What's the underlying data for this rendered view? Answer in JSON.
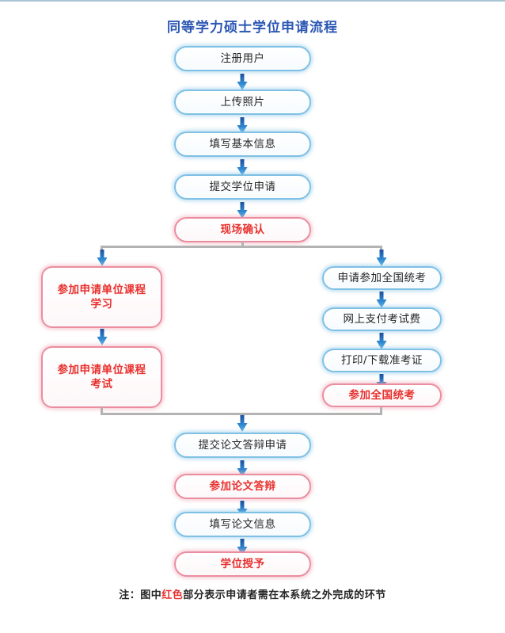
{
  "page": {
    "title": "同等学力硕士学位申请流程",
    "background_color": "#ffffff",
    "title_color": "#2b57b4"
  },
  "theme": {
    "blue_border": "#7fc0e4",
    "blue_text": "#262626",
    "red_border": "#eb8d9f",
    "red_text": "#e8312f",
    "connector_gray": "#b3b3b3",
    "arrow_blue": "#1f6fc4",
    "top_rule": "#aac6d4"
  },
  "flow": {
    "main_chain": [
      {
        "id": "register",
        "label": "注册用户",
        "style": "blue"
      },
      {
        "id": "upload-photo",
        "label": "上传照片",
        "style": "blue"
      },
      {
        "id": "basic-info",
        "label": "填写基本信息",
        "style": "blue"
      },
      {
        "id": "submit-degree",
        "label": "提交学位申请",
        "style": "blue"
      },
      {
        "id": "onsite-confirm",
        "label": "现场确认",
        "style": "red"
      }
    ],
    "left_branch": [
      {
        "id": "unit-course-study",
        "label": "参加申请单位课程\n学习",
        "line1": "参加申请单位课程",
        "line2": "学习",
        "style": "red"
      },
      {
        "id": "unit-course-exam",
        "label": "参加申请单位课程\n考试",
        "line1": "参加申请单位课程",
        "line2": "考试",
        "style": "red"
      }
    ],
    "right_branch": [
      {
        "id": "apply-national-exam",
        "label": "申请参加全国统考",
        "style": "blue"
      },
      {
        "id": "pay-exam-fee",
        "label": "网上支付考试费",
        "style": "blue"
      },
      {
        "id": "print-admit-card",
        "label": "打印/下载准考证",
        "style": "blue"
      },
      {
        "id": "take-national-exam",
        "label": "参加全国统考",
        "style": "red"
      }
    ],
    "final_chain": [
      {
        "id": "submit-defense-apply",
        "label": "提交论文答辩申请",
        "style": "blue"
      },
      {
        "id": "attend-defense",
        "label": "参加论文答辩",
        "style": "red"
      },
      {
        "id": "fill-thesis-info",
        "label": "填写论文信息",
        "style": "blue"
      },
      {
        "id": "degree-awarded",
        "label": "学位授予",
        "style": "red"
      }
    ]
  },
  "footnote": {
    "prefix": "注：图中",
    "highlight": "红色",
    "suffix": "部分表示申请者需在本系统之外完成的环节"
  }
}
